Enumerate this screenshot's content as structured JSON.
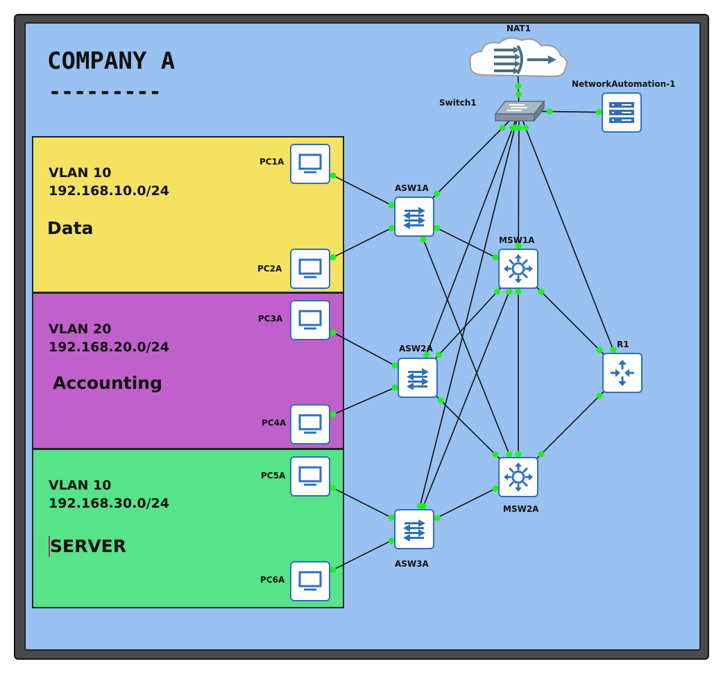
{
  "title": "COMPANY A",
  "title_rule": "---------",
  "colors": {
    "canvas": "#99c1f1",
    "frame": "#4a4a4e",
    "vlan_data": "#f5e260",
    "vlan_accounting": "#c061cb",
    "vlan_server": "#57e389",
    "link_dot": "#22ee22",
    "device_blue": "#2f6fba"
  },
  "vlans": [
    {
      "id": "VLAN 10",
      "subnet": "192.168.10.0/24",
      "name": "Data"
    },
    {
      "id": "VLAN 20",
      "subnet": "192.168.20.0/24",
      "name": "Accounting"
    },
    {
      "id": "VLAN 10",
      "subnet": "192.168.30.0/24",
      "name": "SERVER"
    }
  ],
  "nodes": {
    "nat1": {
      "label": "NAT1",
      "icon": "cloud-nat-icon"
    },
    "switch1": {
      "label": "Switch1",
      "icon": "ethernet-switch-icon"
    },
    "automation": {
      "label": "NetworkAutomation-1",
      "icon": "server-icon"
    },
    "pc1a": {
      "label": "PC1A",
      "icon": "computer-icon"
    },
    "pc2a": {
      "label": "PC2A",
      "icon": "computer-icon"
    },
    "pc3a": {
      "label": "PC3A",
      "icon": "computer-icon"
    },
    "pc4a": {
      "label": "PC4A",
      "icon": "computer-icon"
    },
    "pc5a": {
      "label": "PC5A",
      "icon": "computer-icon"
    },
    "pc6a": {
      "label": "PC6A",
      "icon": "computer-icon"
    },
    "asw1a": {
      "label": "ASW1A",
      "icon": "access-switch-icon"
    },
    "asw2a": {
      "label": "ASW2A",
      "icon": "access-switch-icon"
    },
    "asw3a": {
      "label": "ASW3A",
      "icon": "access-switch-icon"
    },
    "msw1a": {
      "label": "MSW1A",
      "icon": "multilayer-switch-icon"
    },
    "msw2a": {
      "label": "MSW2A",
      "icon": "multilayer-switch-icon"
    },
    "r1": {
      "label": "R1",
      "icon": "router-icon"
    }
  },
  "links": [
    [
      "pc1a",
      "asw1a"
    ],
    [
      "pc2a",
      "asw1a"
    ],
    [
      "pc3a",
      "asw2a"
    ],
    [
      "pc4a",
      "asw2a"
    ],
    [
      "pc5a",
      "asw3a"
    ],
    [
      "pc6a",
      "asw3a"
    ],
    [
      "nat1",
      "switch1"
    ],
    [
      "switch1",
      "automation"
    ],
    [
      "switch1",
      "asw1a"
    ],
    [
      "switch1",
      "asw2a"
    ],
    [
      "switch1",
      "asw3a"
    ],
    [
      "switch1",
      "msw1a"
    ],
    [
      "switch1",
      "r1"
    ],
    [
      "asw1a",
      "msw1a"
    ],
    [
      "asw1a",
      "msw2a"
    ],
    [
      "asw2a",
      "msw1a"
    ],
    [
      "asw2a",
      "msw2a"
    ],
    [
      "asw3a",
      "msw1a"
    ],
    [
      "asw3a",
      "msw2a"
    ],
    [
      "msw1a",
      "msw2a"
    ],
    [
      "msw1a",
      "r1"
    ],
    [
      "msw2a",
      "r1"
    ]
  ]
}
